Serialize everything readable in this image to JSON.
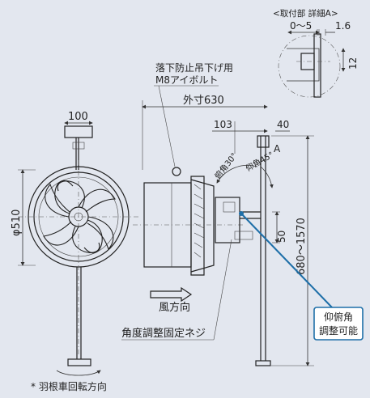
{
  "detail": {
    "title": "<取付部 詳細A>",
    "dim_gap": "0～5",
    "dim_thick": "1.6",
    "dim_slot": "12"
  },
  "labels": {
    "bolt_line1": "落下防止吊下げ用",
    "bolt_line2": "M8アイボルト",
    "outer_width": "外寸630",
    "dim_103": "103",
    "dim_40": "40",
    "marker_a": "A",
    "angle_down": "俯角30°",
    "angle_up": "仰角45°",
    "dim_100": "100",
    "diameter": "φ510",
    "height_range": "680～1570",
    "dim_50": "50",
    "wind_direction": "風方向",
    "angle_screw": "角度調整固定ネジ",
    "rotation_dir": "羽根車回転方向",
    "callout_line1": "仰俯角",
    "callout_line2": "調整可能"
  },
  "colors": {
    "background": "#e3e7ef",
    "callout": "#1e6fa8",
    "ink": "#222222"
  }
}
